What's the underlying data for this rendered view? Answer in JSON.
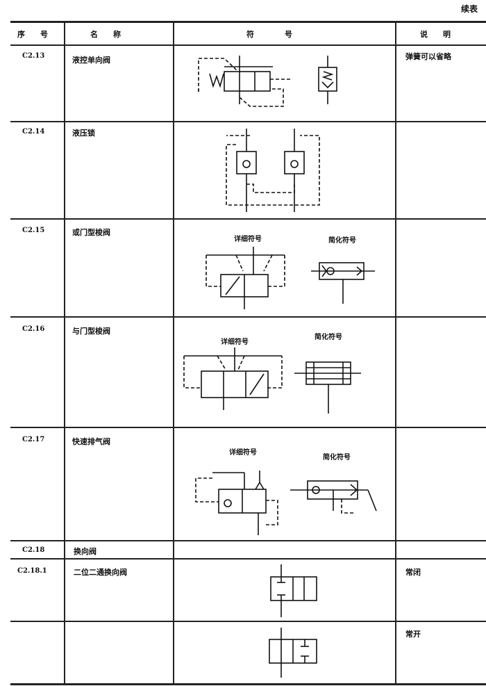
{
  "continued_label": "续表",
  "headers": {
    "seq": "序　　号",
    "name": "名　　称",
    "symbol": "符　　　　号",
    "note": "说　　明"
  },
  "rows": [
    {
      "seq": "C2.13",
      "name": "液控单向阀",
      "note": "弹簧可以省略"
    },
    {
      "seq": "C2.14",
      "name": "液压锁",
      "note": ""
    },
    {
      "seq": "C2.15",
      "name": "或门型梭阀",
      "note": "",
      "detail_label": "详细符号",
      "simple_label": "简化符号"
    },
    {
      "seq": "C2.16",
      "name": "与门型梭阀",
      "note": "",
      "detail_label": "详细符号",
      "simple_label": "简化符号"
    },
    {
      "seq": "C2.17",
      "name": "快速排气阀",
      "note": "",
      "detail_label": "详细符号",
      "simple_label": "简化符号"
    },
    {
      "seq": "C2.18",
      "name": "换向阀",
      "note": ""
    },
    {
      "seq": "C2.18.1",
      "name": "二位二通换向阀",
      "note": "常闭"
    },
    {
      "seq": "",
      "name": "",
      "note": "常开"
    }
  ]
}
